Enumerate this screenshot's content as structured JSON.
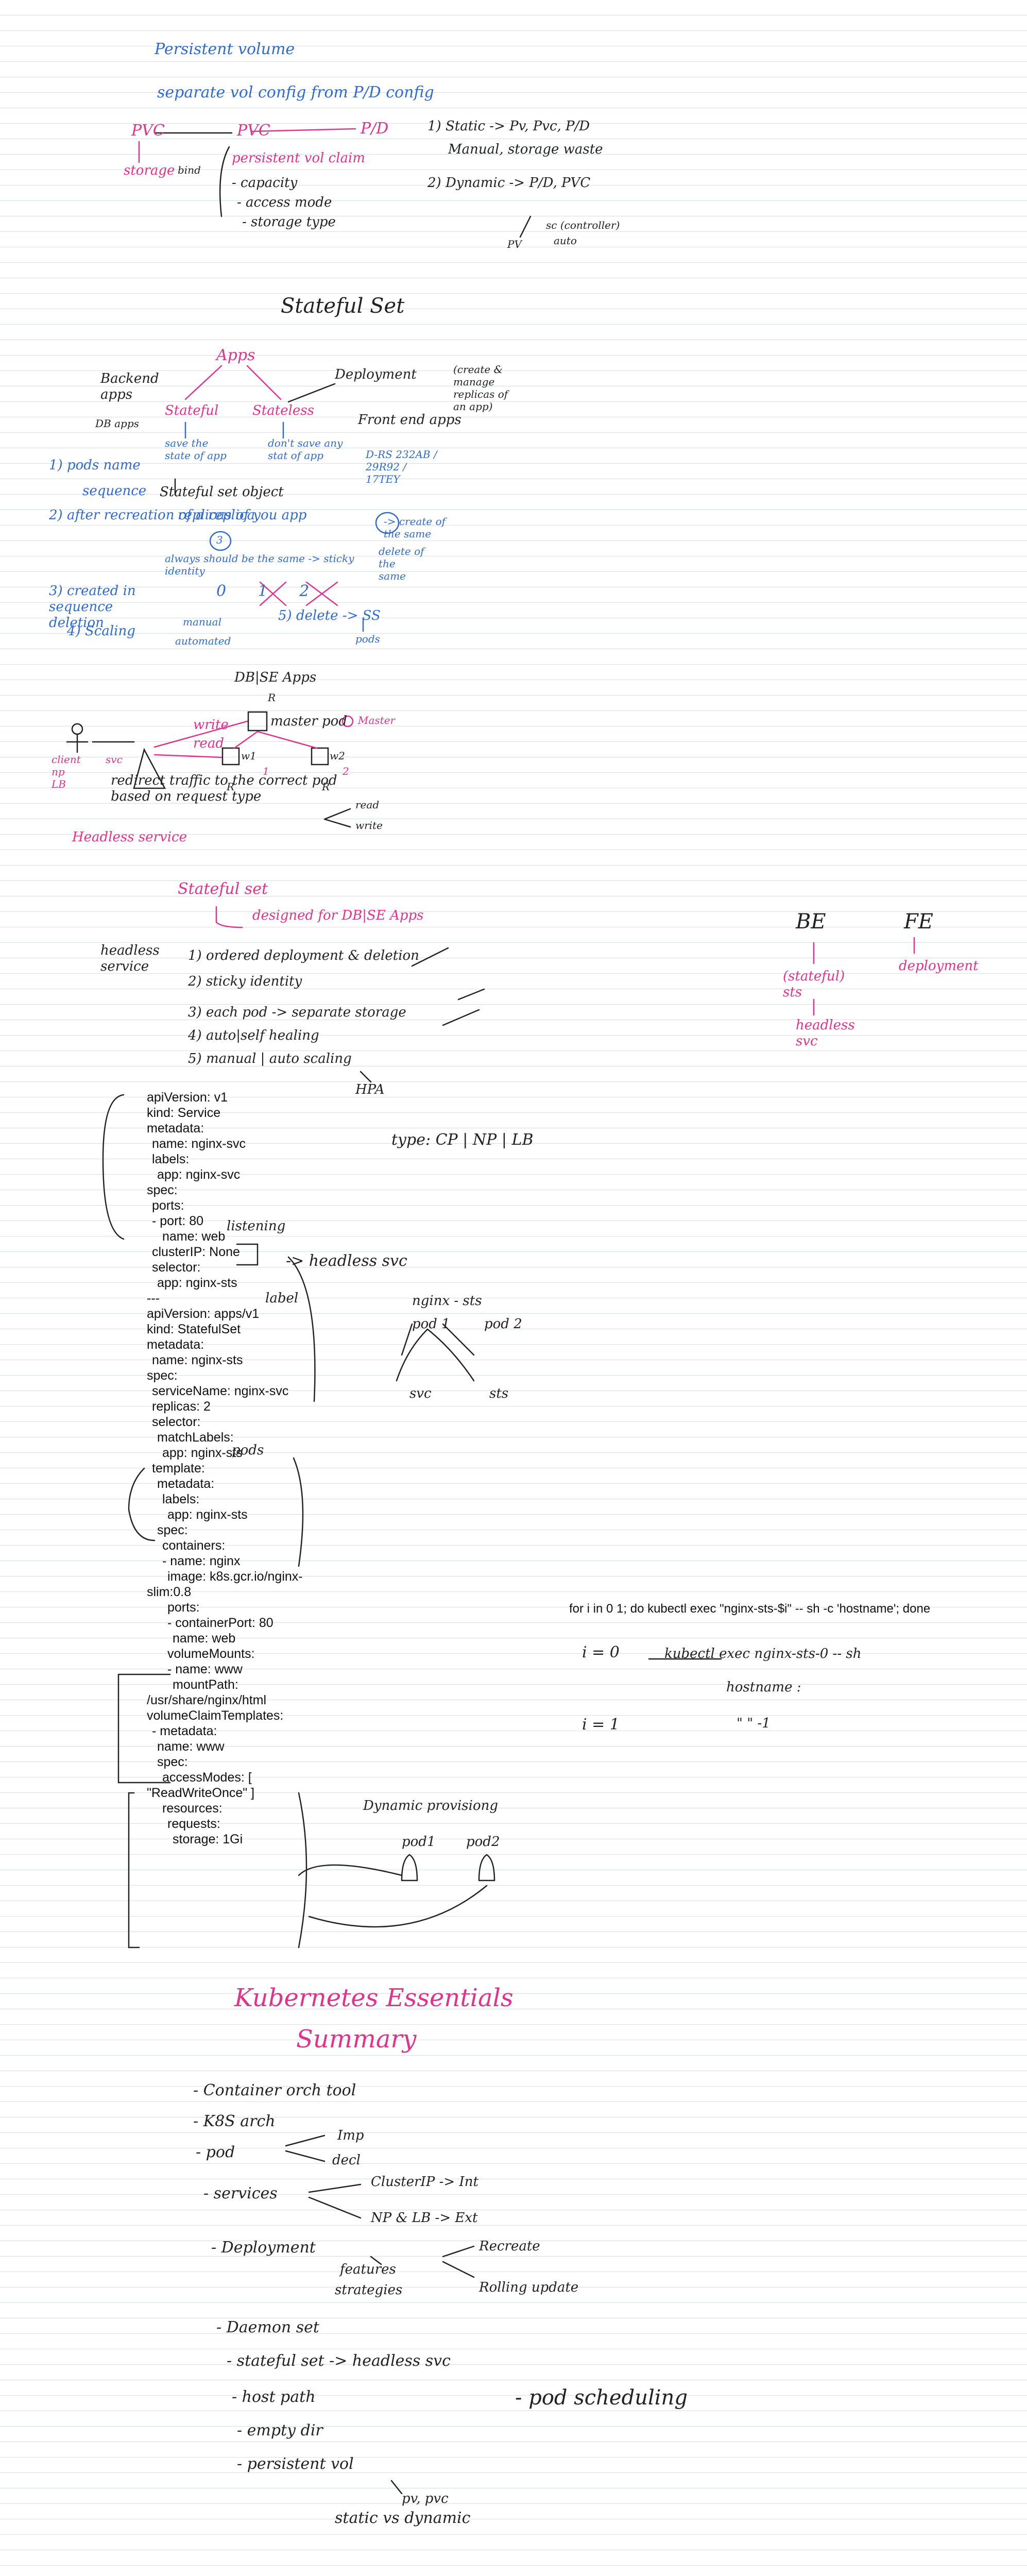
{
  "pv": {
    "title": "Persistent volume",
    "subtitle": "separate vol config from P/D config",
    "pvc": "PVC",
    "pvc2": "PVC",
    "pd": "P/D",
    "storage": "storage",
    "bind": "bind",
    "pvc_label": "persistent vol claim",
    "props": [
      "- capacity",
      "- access mode",
      "- storage type"
    ],
    "static_line": "1) Static -> Pv, Pvc, P/D",
    "static_sub": "Manual, storage waste",
    "dynamic_line": "2) Dynamic -> P/D, PVC",
    "dynamic_sub1": "sc (controller)",
    "dynamic_sub2": "PV",
    "dynamic_sub3": "auto"
  },
  "sts": {
    "title": "Stateful Set",
    "apps": "Apps",
    "backend": "Backend apps",
    "db_apps": "DB apps",
    "stateful": "Stateful",
    "stateless": "Stateless",
    "deployment": "Deployment",
    "deployment_note": "(create & manage replicas of an app)",
    "frontend": "Front end apps",
    "save_state": "save the state of app",
    "dont_save": "don't save any stat of app",
    "sts_object": "Stateful set object",
    "pod_name": "1) pods name",
    "sequence": "sequence",
    "replicas": "replicas of you app",
    "after_recreation": "2) after recreation of a replica",
    "always_same": "always should be the same -> sticky identity",
    "code_sample": "D-RS 232AB / 29R92 / 17TEY",
    "circle3": "3",
    "create_of": "-> create of the same",
    "delete_of": "delete of the same",
    "created_seq": "3) created in sequence deletion",
    "seq_nums": "0  1  2",
    "scaling": "4) Scaling",
    "manual": "manual",
    "automated": "automated",
    "delete_ss": "5) delete -> SS",
    "pods": "pods"
  },
  "dbse": {
    "title": "DB|SE Apps",
    "r": "R",
    "write": "write",
    "read": "read",
    "master_pod": "master pod",
    "master": "Master",
    "w1": "w1",
    "w2": "w2",
    "one": "1",
    "two": "2",
    "client": "client np LB",
    "svc": "svc",
    "redirect": "redirect traffic to the correct pod based on request type",
    "headless": "Headless service",
    "rw_read": "read",
    "rw_write": "write"
  },
  "sts_summary": {
    "title": "Stateful set",
    "designed_for": "designed for DB|SE Apps",
    "headless": "headless service",
    "items": [
      "1) ordered deployment & deletion",
      "2) sticky identity",
      "3) each pod -> separate storage",
      "4) auto|self healing",
      "5) manual | auto scaling"
    ],
    "hpa": "HPA",
    "be": "BE",
    "fe": "FE",
    "stateful_sts": "(stateful) sts",
    "deployment": "deployment",
    "headless_svc": "headless svc"
  },
  "yaml": {
    "lines": [
      "apiVersion: v1",
      "kind: Service",
      "metadata:",
      "  name: nginx-svc",
      "  labels:",
      "    app: nginx-svc",
      "spec:",
      "  ports:",
      "  - port: 80",
      "    name: web",
      "  clusterIP: None",
      "  selector:",
      "    app: nginx-sts",
      "---",
      "apiVersion: apps/v1",
      "kind: StatefulSet",
      "metadata:",
      "  name: nginx-sts",
      "spec:",
      "  serviceName: nginx-svc",
      "  replicas: 2",
      "  selector:",
      "    matchLabels:",
      "      app: nginx-sts",
      "  template:",
      "    metadata:",
      "      labels:",
      "        app: nginx-sts",
      "    spec:",
      "      containers:",
      "      - name: nginx",
      "        image: k8s.gcr.io/nginx-",
      "slim:0.8",
      "        ports:",
      "        - containerPort: 80",
      "          name: web",
      "        volumeMounts:",
      "        - name: www",
      "          mountPath:",
      "/usr/share/nginx/html",
      "  volumeClaimTemplates:",
      "  - metadata:",
      "      name: www",
      "    spec:",
      "      accessModes: [",
      "\"ReadWriteOnce\" ]",
      "      resources:",
      "        requests:",
      "          storage: 1Gi"
    ],
    "type_note": "type: CP | NP | LB",
    "listening": "listening",
    "headless_svc": "-> headless svc",
    "label": "label",
    "nginx_sts": "nginx - sts",
    "pod1": "pod 1",
    "pod2": "pod 2",
    "svc": "svc",
    "sts": "sts",
    "pods": "pods",
    "dynamic": "Dynamic provisiong",
    "dpod1": "pod1",
    "dpod2": "pod2"
  },
  "loop": {
    "command": "for i in 0 1; do kubectl exec \"nginx-sts-$i\" -- sh -c 'hostname'; done",
    "i0": "i = 0",
    "exec": "kubectl exec nginx-sts-0 -- sh",
    "hostname": "hostname :",
    "i1": "i = 1",
    "ditto": "\"   \"   -1"
  },
  "summary": {
    "title": "Kubernetes Essentials",
    "subtitle": "Summary",
    "items": [
      "- Container orch tool",
      "- K8S arch",
      "- pod",
      "- services",
      "- Deployment",
      "- Daemon set",
      "- stateful set -> headless svc",
      "- host path",
      "- empty dir",
      "- persistent vol"
    ],
    "imp": "Imp",
    "decl": "decl",
    "clusterip": "ClusterIP -> Int",
    "nplb": "NP & LB -> Ext",
    "features": "features",
    "strategies": "strategies",
    "recreate": "Recreate",
    "rolling": "Rolling update",
    "pod_scheduling": "- pod scheduling",
    "pv_pvc": "pv, pvc",
    "static_dynamic": "static vs dynamic"
  }
}
